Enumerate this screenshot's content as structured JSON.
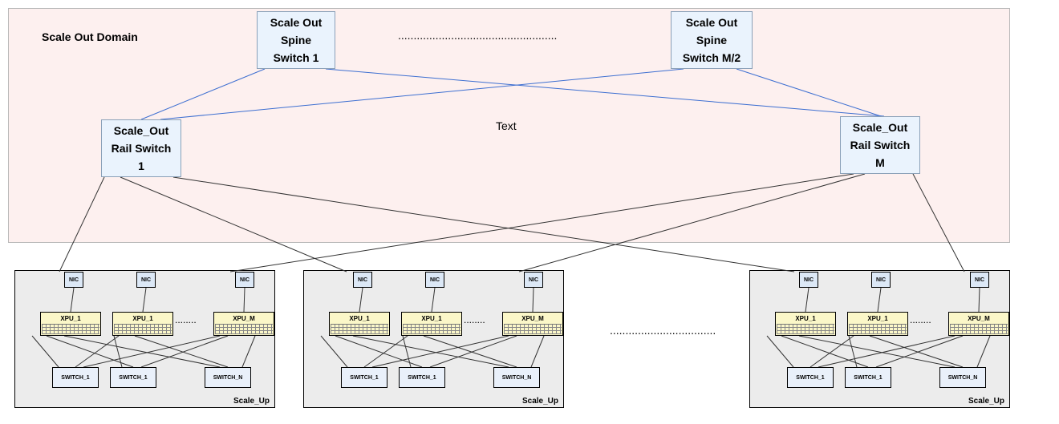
{
  "domain": {
    "label": "Scale Out Domain",
    "fill": "#fdf0ef"
  },
  "center_text": "Text",
  "spine_switches": [
    {
      "label": "Scale Out\nSpine\nSwitch 1"
    },
    {
      "label": "Scale Out\nSpine\nSwitch M/2"
    }
  ],
  "rail_switches": [
    {
      "label": "Scale_Out\nRail Switch\n1"
    },
    {
      "label": "Scale_Out\nRail Switch\nM"
    }
  ],
  "ellipsis": "...................................................",
  "pod_ellipsis": "..........................................",
  "pods": [
    {
      "label": "Scale_Up",
      "nics": [
        "NIC",
        "NIC",
        "NIC"
      ],
      "xpus": [
        "XPU_1",
        "XPU_1",
        "XPU_M"
      ],
      "switches": [
        "SWITCH_1",
        "SWITCH_1",
        "SWITCH_N"
      ],
      "xpu_ellipsis": "........"
    },
    {
      "label": "Scale_Up",
      "nics": [
        "NIC",
        "NIC",
        "NIC"
      ],
      "xpus": [
        "XPU_1",
        "XPU_1",
        "XPU_M"
      ],
      "switches": [
        "SWITCH_1",
        "SWITCH_1",
        "SWITCH_N"
      ],
      "xpu_ellipsis": "........"
    },
    {
      "label": "Scale_Up",
      "nics": [
        "NIC",
        "NIC",
        "NIC"
      ],
      "xpus": [
        "XPU_1",
        "XPU_1",
        "XPU_M"
      ],
      "switches": [
        "SWITCH_1",
        "SWITCH_1",
        "SWITCH_N"
      ],
      "xpu_ellipsis": "........"
    }
  ],
  "colors": {
    "spine_links": "#3d6fd1",
    "rail_links": "#333333",
    "node_fill": "#eaf3fd",
    "xpu_fill": "#fbf7c8",
    "pod_fill": "#ececec"
  }
}
